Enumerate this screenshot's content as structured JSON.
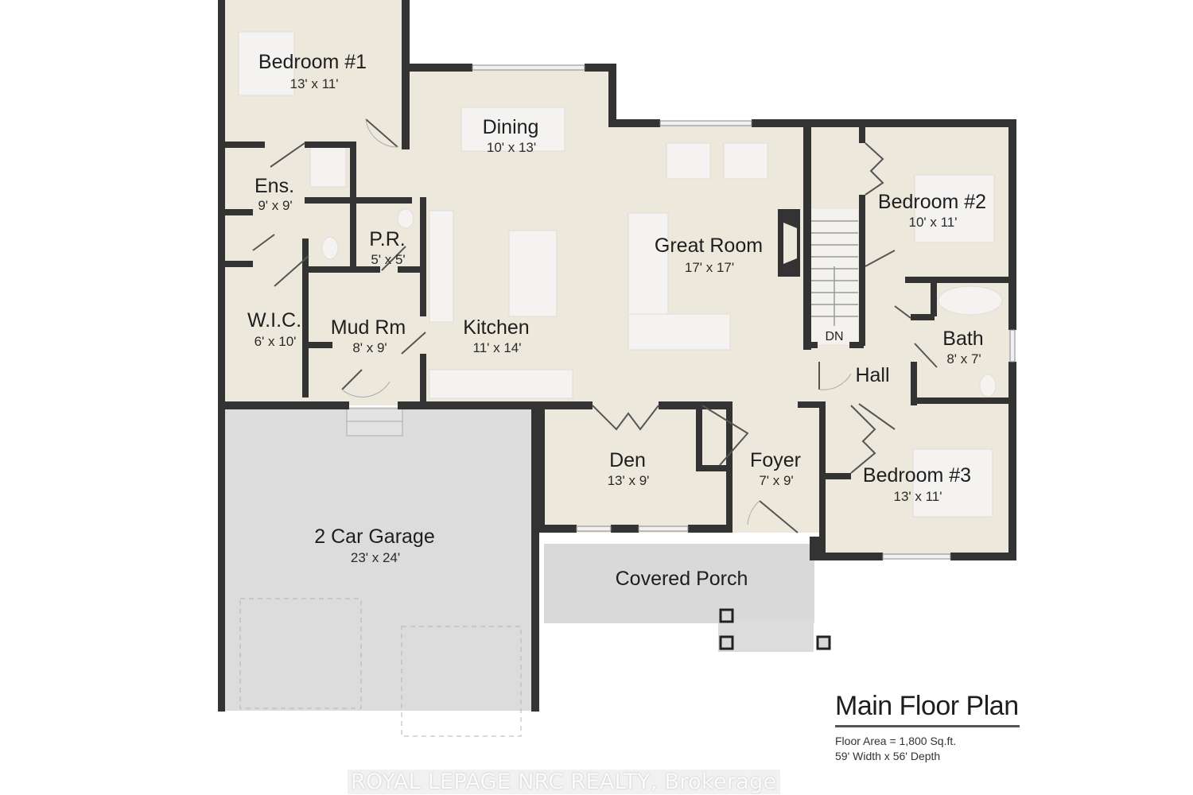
{
  "plan": {
    "title": "Main Floor Plan",
    "floor_area": "Floor Area = 1,800 Sq.ft.",
    "dimensions": "59' Width x 56' Depth"
  },
  "rooms": {
    "bedroom1": {
      "name": "Bedroom #1",
      "dim": "13' x 11'"
    },
    "dining": {
      "name": "Dining",
      "dim": "10' x 13'"
    },
    "ensuite": {
      "name": "Ens.",
      "dim": "9' x 9'"
    },
    "powder": {
      "name": "P.R.",
      "dim": "5' x 5'"
    },
    "wic": {
      "name": "W.I.C.",
      "dim": "6' x 10'"
    },
    "mudroom": {
      "name": "Mud Rm",
      "dim": "8' x 9'"
    },
    "kitchen": {
      "name": "Kitchen",
      "dim": "11' x 14'"
    },
    "great_room": {
      "name": "Great Room",
      "dim": "17' x 17'"
    },
    "bedroom2": {
      "name": "Bedroom #2",
      "dim": "10' x 11'"
    },
    "bath": {
      "name": "Bath",
      "dim": "8' x 7'"
    },
    "hall": {
      "name": "Hall"
    },
    "den": {
      "name": "Den",
      "dim": "13' x 9'"
    },
    "foyer": {
      "name": "Foyer",
      "dim": "7' x 9'"
    },
    "bedroom3": {
      "name": "Bedroom #3",
      "dim": "13' x 11'"
    },
    "garage": {
      "name": "2 Car Garage",
      "dim": "23' x 24'"
    },
    "porch": {
      "name": "Covered Porch"
    }
  },
  "stairs": {
    "label": "DN"
  },
  "watermark": "ROYAL LEPAGE NRC REALTY, Brokerage",
  "colors": {
    "floor": "#ede8dc",
    "wall": "#333333",
    "garage": "#dcdcdc",
    "porch": "#d9d9d9",
    "fixture": "#f6f6f4"
  }
}
